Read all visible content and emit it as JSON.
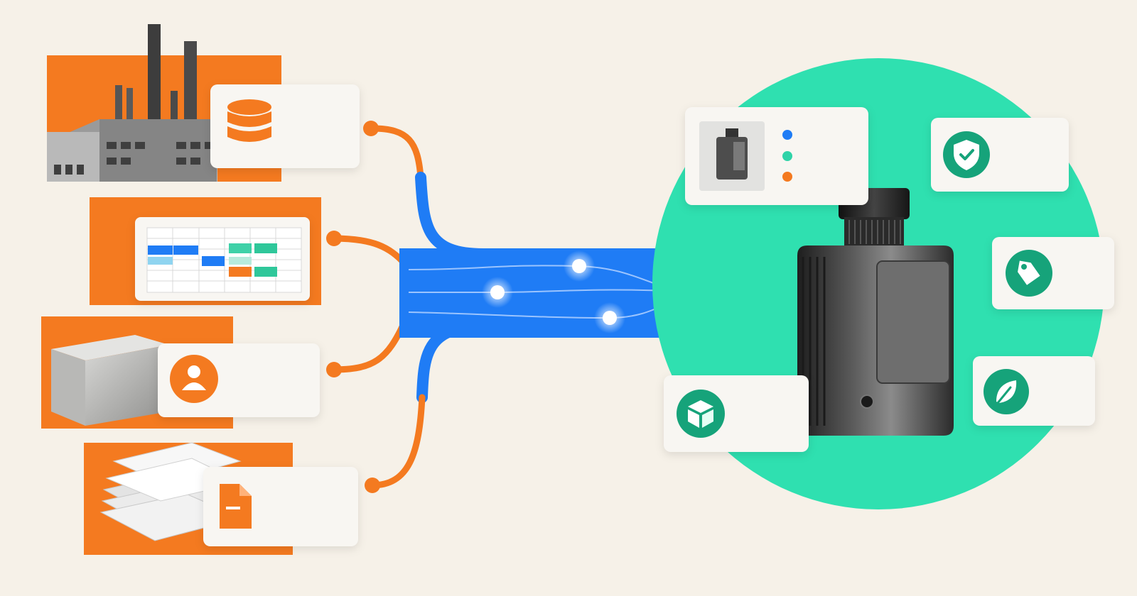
{
  "colors": {
    "background": "#f6f1e8",
    "source_orange": "#f47a20",
    "flow_blue": "#1f7cf5",
    "output_mint": "#2fe0b0",
    "icon_green": "#16a37a",
    "card_fill": "#f8f6f2",
    "product_dark": "#3a3a3a"
  },
  "sources": [
    {
      "photo": "factory-photo",
      "icon": "database-icon"
    },
    {
      "photo": "spreadsheet-grid",
      "icon": "spreadsheet-icon"
    },
    {
      "photo": "box-photo",
      "icon": "user-icon"
    },
    {
      "photo": "documents-photo",
      "icon": "document-icon"
    }
  ],
  "pipeline": {
    "icon": "arrow-right-icon",
    "nodes": 4
  },
  "outputs": [
    {
      "icon": "product-thumbnail",
      "bullets": [
        "#1f7cf5",
        "#2fd3a8",
        "#f47a20"
      ]
    },
    {
      "icon": "shield-check-icon"
    },
    {
      "icon": "tag-icon"
    },
    {
      "icon": "leaf-icon"
    },
    {
      "icon": "cube-icon"
    }
  ],
  "product": {
    "icon": "product-device-icon"
  }
}
